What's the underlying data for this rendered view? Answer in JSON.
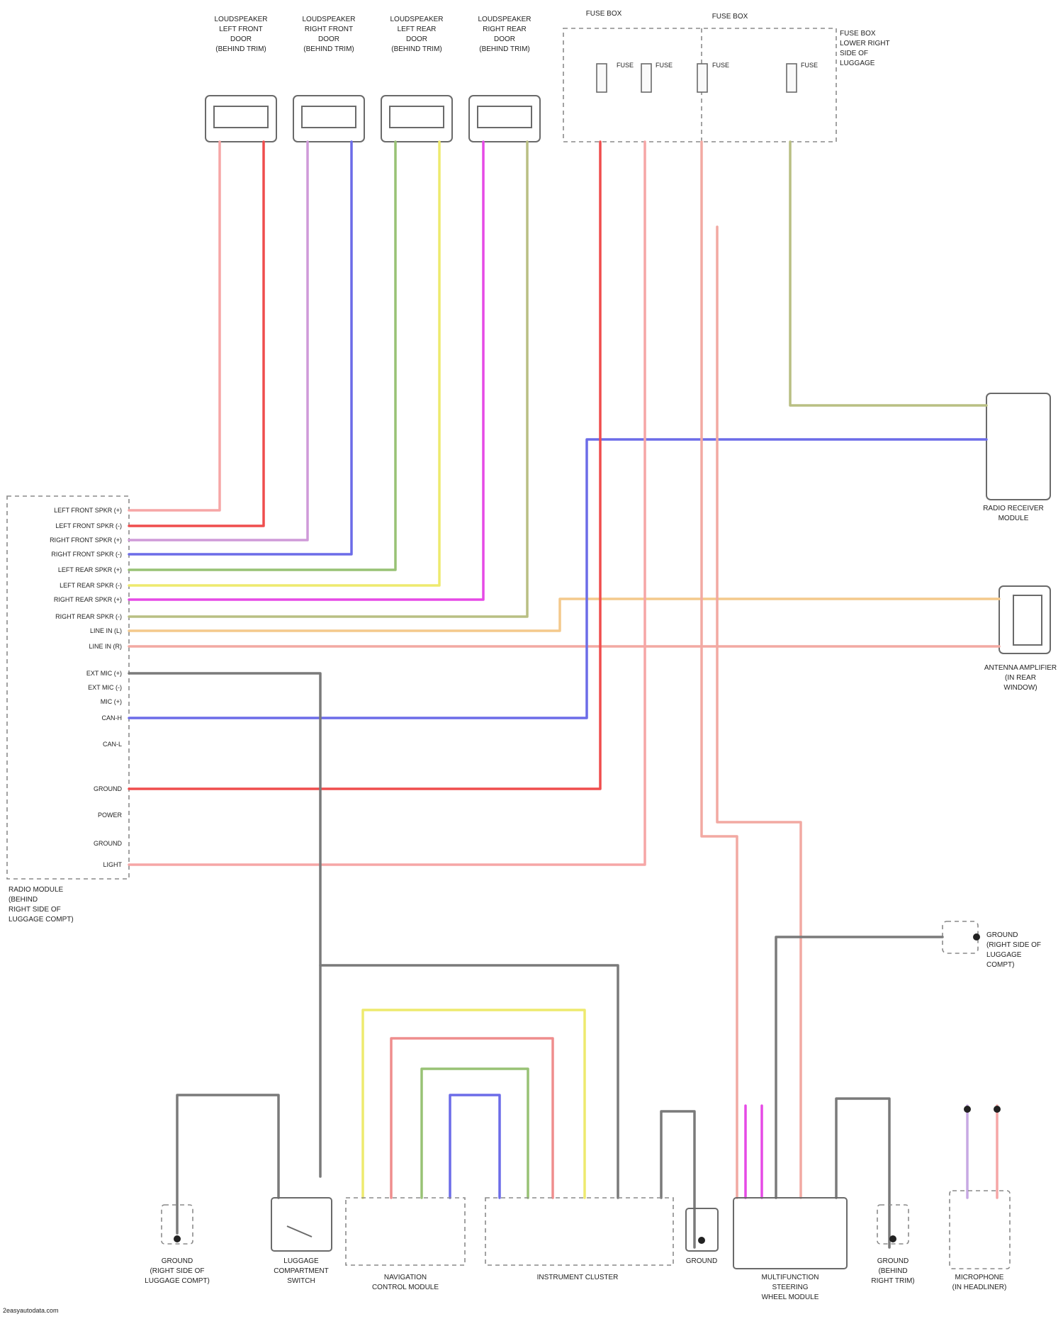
{
  "top_connectors": [
    {
      "lines": [
        "LOUDSPEAKER",
        "LEFT FRONT",
        "DOOR",
        "(BEHIND TRIM)"
      ]
    },
    {
      "lines": [
        "LOUDSPEAKER",
        "RIGHT FRONT",
        "DOOR",
        "(BEHIND TRIM)"
      ]
    },
    {
      "lines": [
        "LOUDSPEAKER",
        "LEFT REAR",
        "DOOR",
        "(BEHIND TRIM)"
      ]
    },
    {
      "lines": [
        "LOUDSPEAKER",
        "RIGHT REAR",
        "DOOR",
        "(BEHIND TRIM)"
      ]
    }
  ],
  "fuse_block": {
    "title_left": "FUSE BOX",
    "title_right": "FUSE BOX",
    "label_right": [
      "FUSE BOX",
      "LOWER RIGHT",
      "SIDE OF",
      "LUGGAGE"
    ],
    "fuses": [
      "FUSE",
      "FUSE",
      "FUSE",
      "FUSE"
    ]
  },
  "module": {
    "pins": [
      "LEFT FRONT SPKR (+)",
      "LEFT FRONT SPKR (-)",
      "RIGHT FRONT SPKR (+)",
      "RIGHT FRONT SPKR (-)",
      "LEFT REAR SPKR (+)",
      "LEFT REAR SPKR (-)",
      "RIGHT REAR SPKR (+)",
      "RIGHT REAR SPKR (-)",
      "LINE IN (L)",
      "LINE IN (R)",
      "EXT MIC (+)",
      "EXT MIC (-)",
      "MIC (+)",
      "CAN-H",
      "CAN-L",
      "GROUND",
      "POWER",
      "GROUND",
      "LIGHT"
    ],
    "name": [
      "RADIO MODULE",
      "(BEHIND",
      "RIGHT SIDE OF",
      "LUGGAGE COMPT)"
    ]
  },
  "right_components": {
    "upper": [
      "RADIO RECEIVER",
      "MODULE"
    ],
    "middle": [
      "ANTENNA AMPLIFIER",
      "(IN REAR",
      "WINDOW)"
    ],
    "ground_lower": [
      "GROUND",
      "(RIGHT SIDE OF",
      "LUGGAGE",
      "COMPT)"
    ]
  },
  "bottom_components": [
    {
      "lines": [
        "GROUND",
        "(RIGHT SIDE OF",
        "LUGGAGE COMPT)"
      ]
    },
    {
      "lines": [
        "LUGGAGE",
        "COMPARTMENT",
        "SWITCH"
      ]
    },
    {
      "lines": [
        "NAVIGATION",
        "CONTROL MODULE"
      ]
    },
    {
      "lines": [
        "INSTRUMENT CLUSTER"
      ]
    },
    {
      "lines": [
        "GROUND"
      ]
    },
    {
      "lines": [
        "MULTIFUNCTION",
        "STEERING",
        "WHEEL MODULE"
      ]
    },
    {
      "lines": [
        "GROUND",
        "(BEHIND",
        "RIGHT TRIM)"
      ]
    },
    {
      "lines": [
        "MICROPHONE",
        "(IN HEADLINER)"
      ]
    }
  ],
  "footer": "2easyautodata.com",
  "colors": {
    "pink": "#f6a6a6",
    "red": "#ef4d4d",
    "lavender": "#cf9ad8",
    "blue": "#6c6ce8",
    "yellow": "#eeea6e",
    "green": "#98c275",
    "olive": "#b9bf83",
    "magenta": "#e64ae6",
    "orange": "#f4c98c",
    "gray": "#7a7a7a",
    "salmon": "#f2a9a2",
    "purple": "#c7a9e3"
  }
}
